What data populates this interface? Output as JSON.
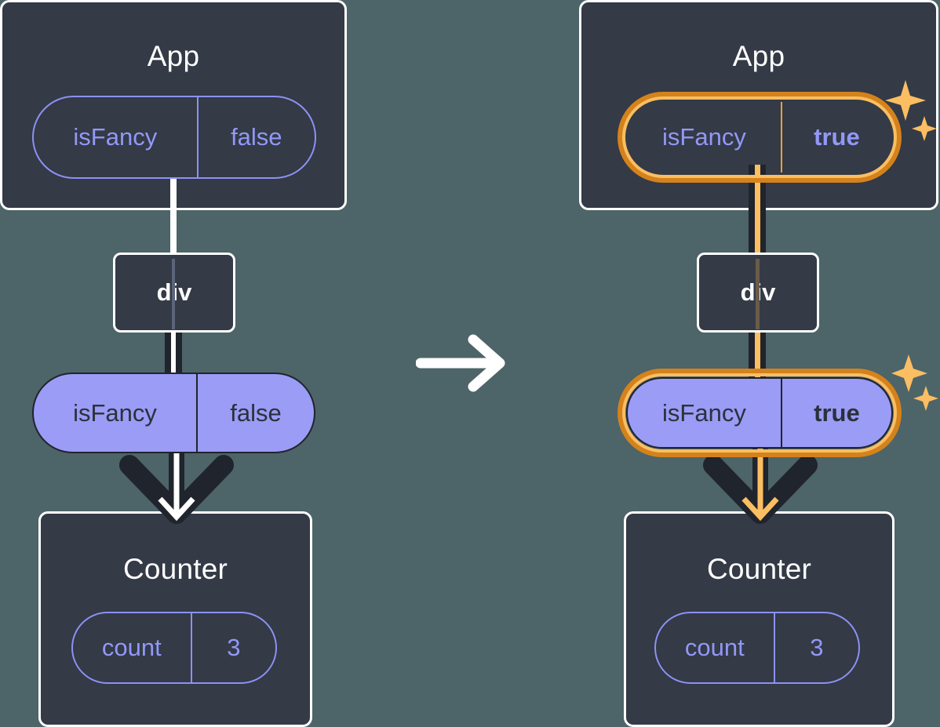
{
  "diagram": {
    "title": "React state propagation before and after update",
    "background_color": "#4d6469",
    "panels": [
      {
        "id": "before",
        "app": {
          "label": "App",
          "state_pill": {
            "name": "isFancy",
            "value": "false",
            "style": "outline",
            "highlighted": false
          }
        },
        "div": {
          "label": "div"
        },
        "prop_pill": {
          "name": "isFancy",
          "value": "false",
          "style": "solid",
          "highlighted": false
        },
        "counter": {
          "label": "Counter",
          "state_pill": {
            "name": "count",
            "value": "3",
            "style": "outline",
            "highlighted": false
          }
        }
      },
      {
        "id": "after",
        "app": {
          "label": "App",
          "state_pill": {
            "name": "isFancy",
            "value": "true",
            "style": "outline",
            "highlighted": true
          }
        },
        "div": {
          "label": "div"
        },
        "prop_pill": {
          "name": "isFancy",
          "value": "true",
          "style": "solid",
          "highlighted": true
        },
        "counter": {
          "label": "Counter",
          "state_pill": {
            "name": "count",
            "value": "3",
            "style": "outline",
            "highlighted": false
          }
        }
      }
    ],
    "transition_arrow": {
      "icon": "arrow-right-icon",
      "color": "#ffffff"
    },
    "sparkle_icon": "sparkles-icon",
    "colors": {
      "panel_bg": "#343a46",
      "panel_border": "#ffffff",
      "pill_outline": "#8c91f5",
      "pill_text": "#9298f7",
      "pill_solid_bg": "#9a9cf5",
      "pill_solid_text": "#2b313b",
      "highlight_outer": "#d4821c",
      "highlight_inner": "#fbbe62",
      "connector_dark": "#20242c",
      "connector_white": "#ffffff"
    }
  }
}
